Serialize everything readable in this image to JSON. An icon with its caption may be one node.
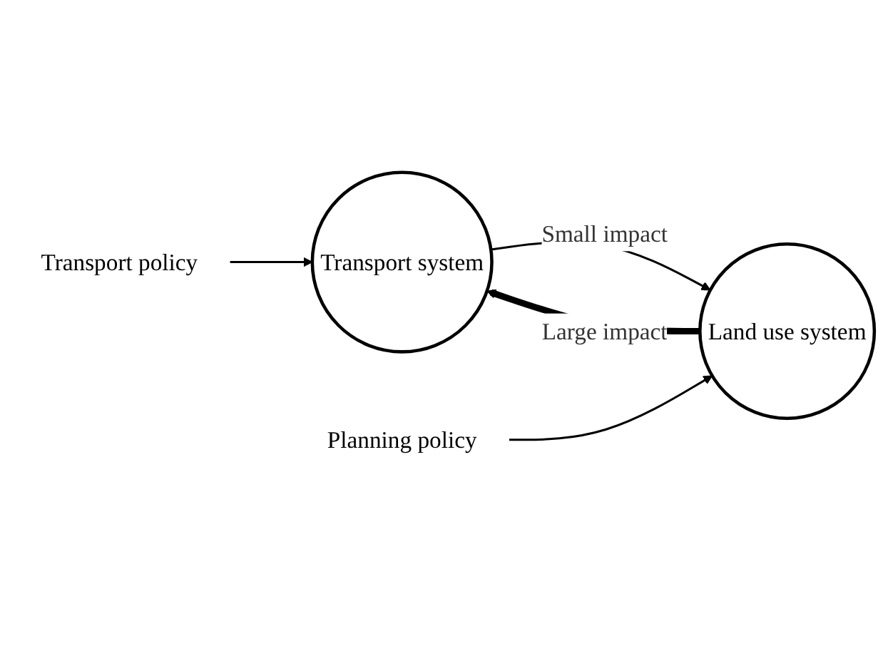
{
  "diagram": {
    "nodes": [
      {
        "text": [
          "Transport system"
        ]
      },
      {
        "text": [
          "Land use system"
        ]
      },
      {
        "text": [
          "Transport policy"
        ]
      },
      {
        "text": [
          "Planning policy"
        ]
      }
    ],
    "edges": [
      {
        "from": 0,
        "to": 1,
        "arrow": "to",
        "label": "Small impact"
      },
      {
        "from": 1,
        "to": 0,
        "arrow": "to",
        "label": "Large impact",
        "style": "thick"
      },
      {
        "from": 2,
        "to": 0,
        "arrow": "to"
      },
      {
        "from": 3,
        "to": 1,
        "arrow": "to"
      }
    ]
  }
}
